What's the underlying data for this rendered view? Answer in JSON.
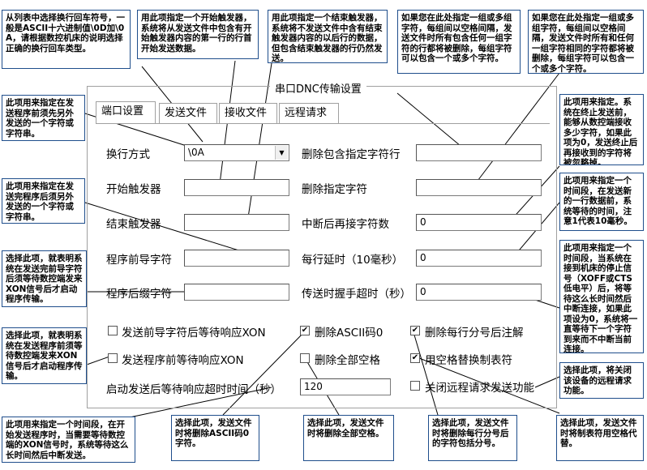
{
  "dialog": {
    "group_title": "串口DNC传输设置",
    "tabs": [
      {
        "label": "端口设置"
      },
      {
        "label": "发送文件"
      },
      {
        "label": "接收文件"
      },
      {
        "label": "远程请求"
      }
    ]
  },
  "fields": {
    "newline_mode": {
      "label": "换行方式",
      "value": "\\0A"
    },
    "start_trigger": {
      "label": "开始触发器",
      "value": ""
    },
    "end_trigger": {
      "label": "结束触发器",
      "value": ""
    },
    "program_prefix": {
      "label": "程序前导字符",
      "value": ""
    },
    "program_suffix": {
      "label": "程序后缀字符",
      "value": ""
    },
    "delete_containing": {
      "label": "删除包含指定字符行",
      "value": ""
    },
    "delete_chars": {
      "label": "删除指定字符",
      "value": ""
    },
    "resume_after_break": {
      "label": "中断后再接字符数",
      "value": "0"
    },
    "line_delay": {
      "label": "每行延时（10毫秒）",
      "value": "0"
    },
    "handshake_timeout": {
      "label": "传送时握手超时（秒）",
      "value": "0"
    },
    "start_response_timeout": {
      "label": "启动发送后等待响应超时时间（秒）",
      "value": "120"
    }
  },
  "checkboxes": {
    "wait_xon_after_prefix": {
      "label": "发送前导字符后等待响应XON",
      "checked": false
    },
    "wait_xon_before_program": {
      "label": "发送程序前等待响应XON",
      "checked": false
    },
    "delete_ascii0": {
      "label": "删除ASCII码0",
      "checked": true
    },
    "delete_all_spaces": {
      "label": "删除全部空格",
      "checked": false
    },
    "delete_comments": {
      "label": "删除每行分号后注解",
      "checked": true
    },
    "replace_tabs": {
      "label": "用空格替换制表符",
      "checked": true
    },
    "disable_remote": {
      "label": "关闭远程请求发送功能",
      "checked": false
    }
  },
  "check_mark": "✔",
  "annotations": {
    "a1": "从列表中选择换行回车符号，一般是ASCII十六进制值\\0D加\\0A，请根据数控机床的说明选择正确的换行回车类型。",
    "a2": "用此项指定一个开始触发器，系统将从发送文件中包含有开始触发器内容的第一行的行首开始发送数据。",
    "a3": "用此项指定一个结束触发器，系统将不发送文件中含有结束触发器内容的以后行的数据，但包含结束触发器的行仍然发送。",
    "a4": "如果您在此处指定一组或多组字符，每组间以空格间隔，发送文件时所有包含任何一组字符的行都将被删除，每组字符可以包含一个或多个字符。",
    "a5": "如果您在此处指定一组或多组字符，每组间以空格间隔，发送文件时所有和任何一组字符相同的字符都将被删除，每组字符可以包含一个或多个字符。",
    "a6": "此项用来指定在发送程序前须先另外发送的一个字符或字符串。",
    "a7": "此项用来指定。系统在终止发送前，能够从数控端接收多少字符，如果此项为0，发送终止后再接收到的字符将被忽略掉。",
    "a8": "此项用来指定在发送完程序后须另外发送的一个字符或字符串。",
    "a9": "此项用来指定一个时间段，在发送新的一行数据前，系统等待的时间，注意1代表10毫秒。",
    "a10": "选择此项，就表明系统在发送完前导字符后须等待数控端发来XON信号后才启动程序传输。",
    "a11": "此项用来指定一个时间段，当系统在接到机床的停止信号（XOFF或CTS低电平）后，将等待这么长时间然后中断连接，如果此项设为0，系统将一直等待下一个字符到来而不中断当前连接。",
    "a12": "选择此项，就表明系统在发送程序前须等待数控端发来XON信号后才启动程序传输。",
    "a13": "选择此项，将关闭该设备的远程请求功能。",
    "a14": "此项用来指定一个时间段，在开始发送程序时，当需要等待数控端的XON信号时，系统等待这么长时间然后中断发送。",
    "a15": "选择此项，发送文件时将删除ASCII码0字符。",
    "a16": "选择此项，发送文件时将删除全部空格。",
    "a17": "选择此项，发送文件时将删除每行分号后的字符包括分号。",
    "a18": "选择此项，发送文件时将制表符用空格代替。"
  }
}
